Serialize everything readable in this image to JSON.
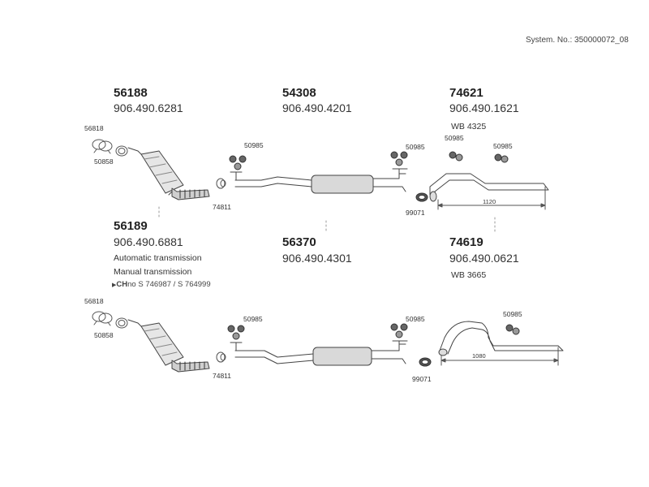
{
  "system_no": "System. No.: 350000072_08",
  "groups": [
    {
      "part": "56188",
      "oem": "906.490.6281"
    },
    {
      "part": "54308",
      "oem": "906.490.4201"
    },
    {
      "part": "74621",
      "oem": "906.490.1621",
      "wb": "WB 4325"
    },
    {
      "part": "56189",
      "oem": "906.490.6881",
      "note1": "Automatic transmission",
      "note2": "Manual transmission",
      "ch_prefix": "CH",
      "ch_suffix": "no",
      "ch_range": "S 746987 / S 764999"
    },
    {
      "part": "56370",
      "oem": "906.490.4301"
    },
    {
      "part": "74619",
      "oem": "906.490.0621",
      "wb": "WB 3665"
    }
  ],
  "callouts": {
    "c56818": "56818",
    "c50858": "50858",
    "c74811": "74811",
    "c50985": "50985",
    "c99071": "99071"
  },
  "dimensions": {
    "top": "1120",
    "bottom": "1080"
  }
}
